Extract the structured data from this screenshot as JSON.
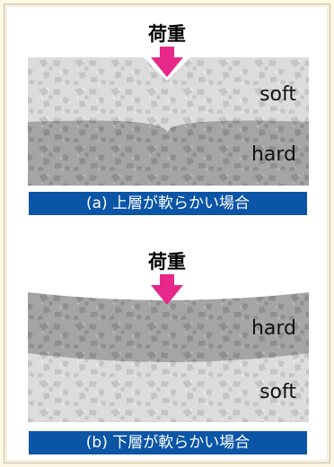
{
  "colors": {
    "soft_layer": "#dcdcdc",
    "hard_layer": "#a5a5a5",
    "arrow": "#e6288a",
    "caption_bg": "#0b55a6",
    "caption_text": "#ffffff"
  },
  "panel_a": {
    "load_label": "荷重",
    "top_layer": "soft",
    "bottom_layer": "hard",
    "caption": "(a) 上層が軟らかい場合"
  },
  "panel_b": {
    "load_label": "荷重",
    "top_layer": "hard",
    "bottom_layer": "soft",
    "caption": "(b) 下層が軟らかい場合"
  }
}
